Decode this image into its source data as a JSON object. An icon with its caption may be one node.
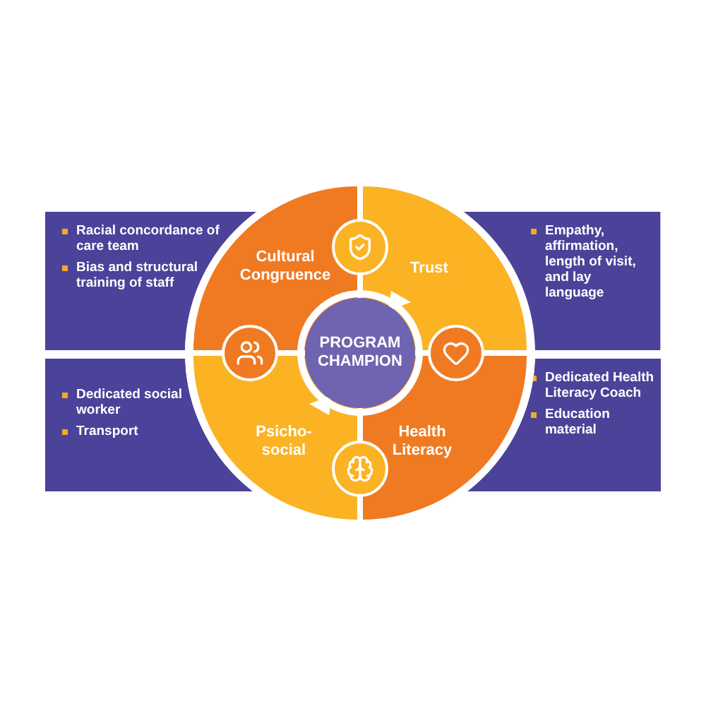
{
  "diagram": {
    "nodes": [
      {
        "text": [
          "Racial concordance of care team",
          "Bias and structural training of staff"
        ]
      },
      {
        "text": [
          "Empathy, affirmation, length of visit, and lay language"
        ]
      },
      {
        "text": [
          "Dedicated social worker",
          "Transport"
        ]
      },
      {
        "text": [
          "Dedicated Health Literacy Coach",
          "Education material"
        ]
      },
      {
        "text": [
          "Cultural Congruence"
        ]
      },
      {
        "text": [
          "Trust"
        ]
      },
      {
        "text": [
          "Psicho-social"
        ]
      },
      {
        "text": [
          "Health Literacy"
        ]
      },
      {
        "text": [
          "PROGRAM CHAMPION"
        ]
      }
    ]
  }
}
